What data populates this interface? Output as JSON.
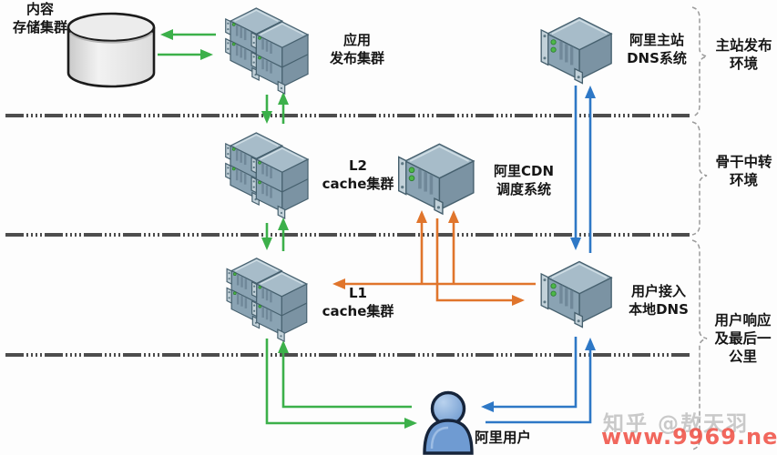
{
  "colors": {
    "green": "#3cb04a",
    "orange": "#e0752c",
    "blue": "#2e78c6",
    "divider": "#4d4d4d",
    "brace": "#9b9b9b",
    "server_top": "#a7bcc9",
    "server_front": "#8aa3b3",
    "server_side": "#7b93a3",
    "server_bracket": "#c2d1d9",
    "led": "#4db848",
    "watermark_gray": "#c9c9c9",
    "watermark_red": "#f04d42",
    "user_fill": "#6f9bd2"
  },
  "nodes": {
    "content_storage": {
      "label": "内容\n存储集群",
      "icon": "database-cylinder"
    },
    "app_publish": {
      "label": "应用\n发布集群",
      "icon": "server-cluster"
    },
    "main_dns": {
      "label": "阿里主站\nDNS系统",
      "icon": "rack-server"
    },
    "l2_cache": {
      "label": "L2\ncache集群",
      "icon": "server-cluster"
    },
    "cdn_scheduler": {
      "label": "阿里CDN\n调度系统",
      "icon": "rack-server"
    },
    "l1_cache": {
      "label": "L1\ncache集群",
      "icon": "server-cluster"
    },
    "local_dns": {
      "label": "用户接入\n本地DNS",
      "icon": "rack-server"
    },
    "user": {
      "label": "阿里用户",
      "icon": "person"
    }
  },
  "zones": [
    {
      "label": "主站发布\n环境"
    },
    {
      "label": "骨干中转\n环境"
    },
    {
      "label": "用户响应\n及最后一\n公里"
    }
  ],
  "edges": [
    {
      "from": "app_publish",
      "to": "content_storage",
      "color": "green"
    },
    {
      "from": "content_storage",
      "to": "app_publish",
      "color": "green"
    },
    {
      "from": "app_publish",
      "to": "l2_cache",
      "color": "green"
    },
    {
      "from": "l2_cache",
      "to": "app_publish",
      "color": "green"
    },
    {
      "from": "l2_cache",
      "to": "l1_cache",
      "color": "green"
    },
    {
      "from": "l1_cache",
      "to": "l2_cache",
      "color": "green"
    },
    {
      "from": "l1_cache",
      "to": "user",
      "color": "green"
    },
    {
      "from": "user",
      "to": "l1_cache",
      "color": "green"
    },
    {
      "from": "main_dns",
      "to": "local_dns",
      "color": "blue"
    },
    {
      "from": "local_dns",
      "to": "main_dns",
      "color": "blue"
    },
    {
      "from": "local_dns",
      "to": "user",
      "color": "blue"
    },
    {
      "from": "user",
      "to": "local_dns",
      "color": "blue"
    },
    {
      "from": "local_dns",
      "to": "l1_cache",
      "color": "orange"
    },
    {
      "from": "local_dns",
      "to": "cdn_scheduler",
      "color": "orange"
    },
    {
      "from": "cdn_scheduler",
      "to": "local_dns",
      "color": "orange"
    }
  ],
  "watermark": {
    "site": "知乎 @敖天羽",
    "url": "www.9969.net"
  }
}
